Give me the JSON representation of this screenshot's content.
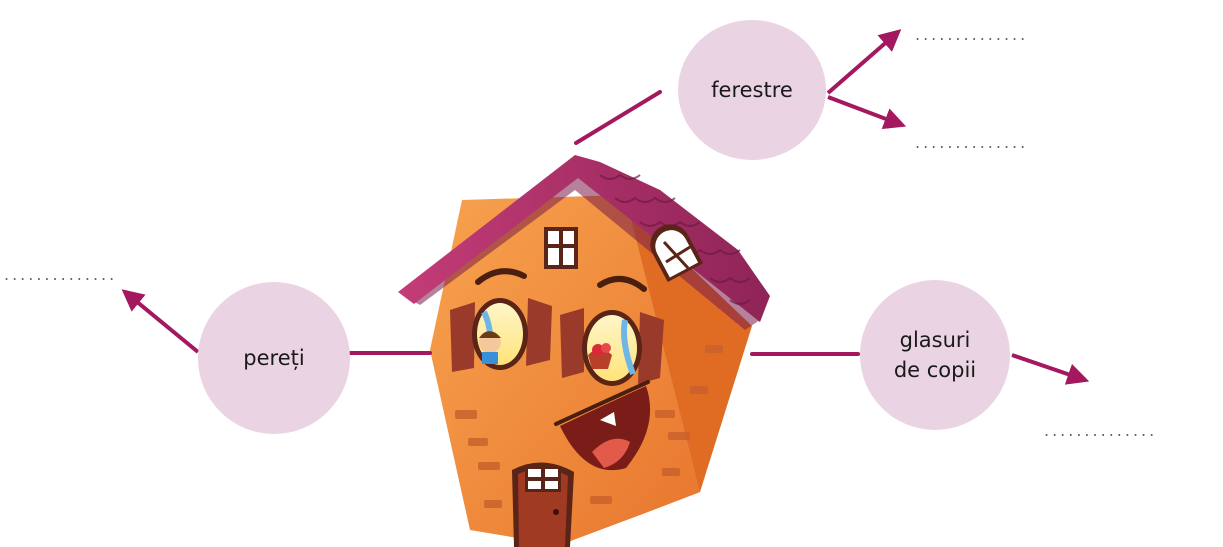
{
  "colors": {
    "bubble": "#ead3e3",
    "arrow": "#a3185e",
    "dots": "#666666",
    "wall": "#f08a3c",
    "roof": "#b8346e"
  },
  "bubbles": {
    "ferestre": "ferestre",
    "pereti": "pereți",
    "glasuri": "glasuri\nde copii"
  },
  "blanks": {
    "ferestre_1": "..............",
    "ferestre_2": "..............",
    "pereti": "..............",
    "glasuri": ".............."
  },
  "illustration": {
    "icon": "cartoon-house-illustration"
  }
}
